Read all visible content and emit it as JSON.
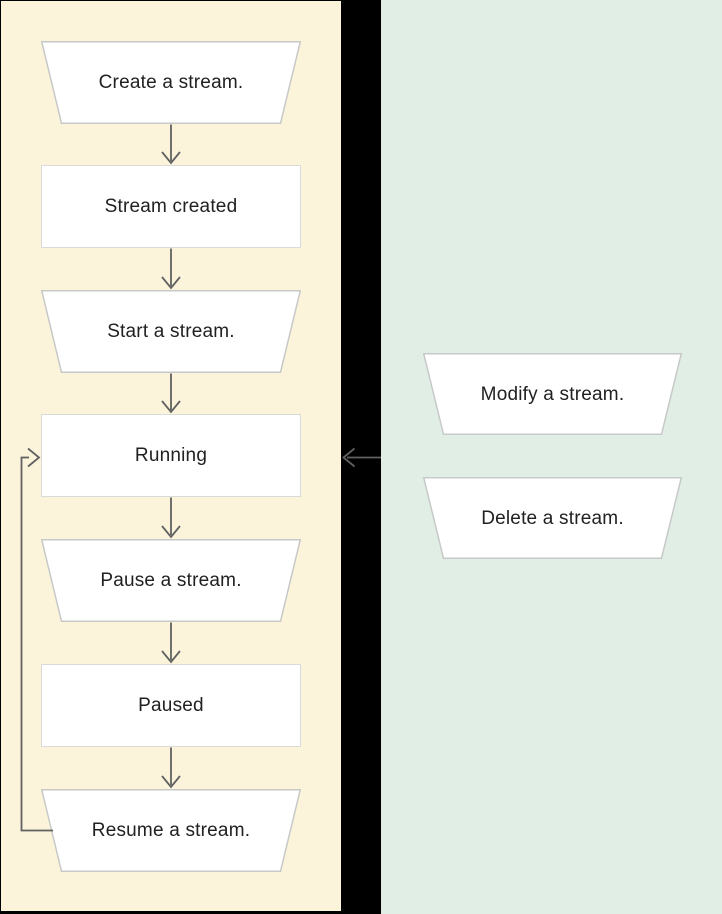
{
  "diagram": {
    "lifecycle_panel": {
      "nodes": [
        {
          "label": "Create a stream.",
          "shape": "trapezoid",
          "kind": "action"
        },
        {
          "label": "Stream created",
          "shape": "rectangle",
          "kind": "state"
        },
        {
          "label": "Start a stream.",
          "shape": "trapezoid",
          "kind": "action"
        },
        {
          "label": "Running",
          "shape": "rectangle",
          "kind": "state"
        },
        {
          "label": "Pause a stream.",
          "shape": "trapezoid",
          "kind": "action"
        },
        {
          "label": "Paused",
          "shape": "rectangle",
          "kind": "state"
        },
        {
          "label": "Resume a stream.",
          "shape": "trapezoid",
          "kind": "action"
        }
      ]
    },
    "actions_panel": {
      "nodes": [
        {
          "label": "Modify a stream.",
          "shape": "trapezoid",
          "kind": "action"
        },
        {
          "label": "Delete a stream.",
          "shape": "trapezoid",
          "kind": "action"
        }
      ]
    },
    "connectors": [
      "create-to-stream-created",
      "stream-created-to-start",
      "start-to-running",
      "running-to-pause",
      "pause-to-paused",
      "paused-to-resume",
      "loop-resume-to-running",
      "actions-to-running"
    ],
    "colors": {
      "page_background": "#000000",
      "lifecycle_panel_background": "#FBF4DB",
      "actions_panel_background": "#E0EEE5",
      "node_fill": "#FFFFFF",
      "trapezoid_border": "#C7C9C8",
      "rectangle_border": "#D9DBDA",
      "connector": "#616161",
      "text": "#212121"
    }
  }
}
